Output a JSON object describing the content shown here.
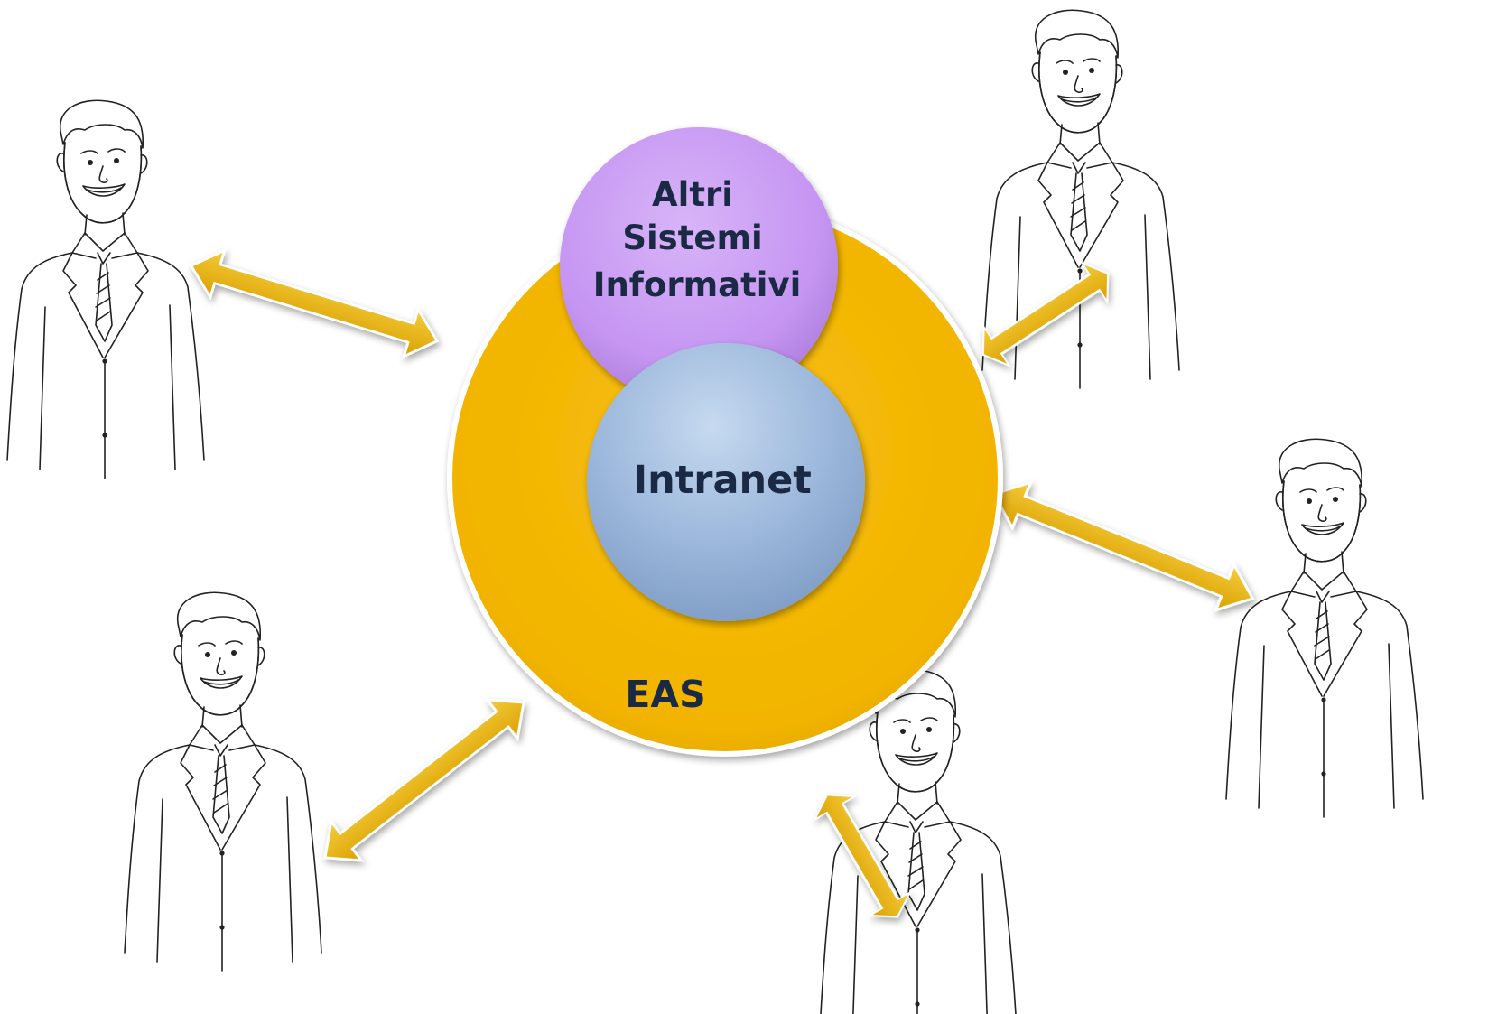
{
  "diagram": {
    "outer_circle": {
      "label": "EAS",
      "color": "#F5B800"
    },
    "top_circle": {
      "label_lines": [
        "Altri",
        "Sistemi",
        "Informativi"
      ],
      "color": "#C89AF2"
    },
    "inner_circle": {
      "label": "Intranet",
      "color": "#9AB6DA"
    },
    "arrow_color": "#E9B21C",
    "users": [
      {
        "icon": "businessman-icon"
      },
      {
        "icon": "businessman-icon"
      },
      {
        "icon": "businessman-icon"
      },
      {
        "icon": "businessman-icon"
      },
      {
        "icon": "businessman-icon"
      }
    ]
  }
}
